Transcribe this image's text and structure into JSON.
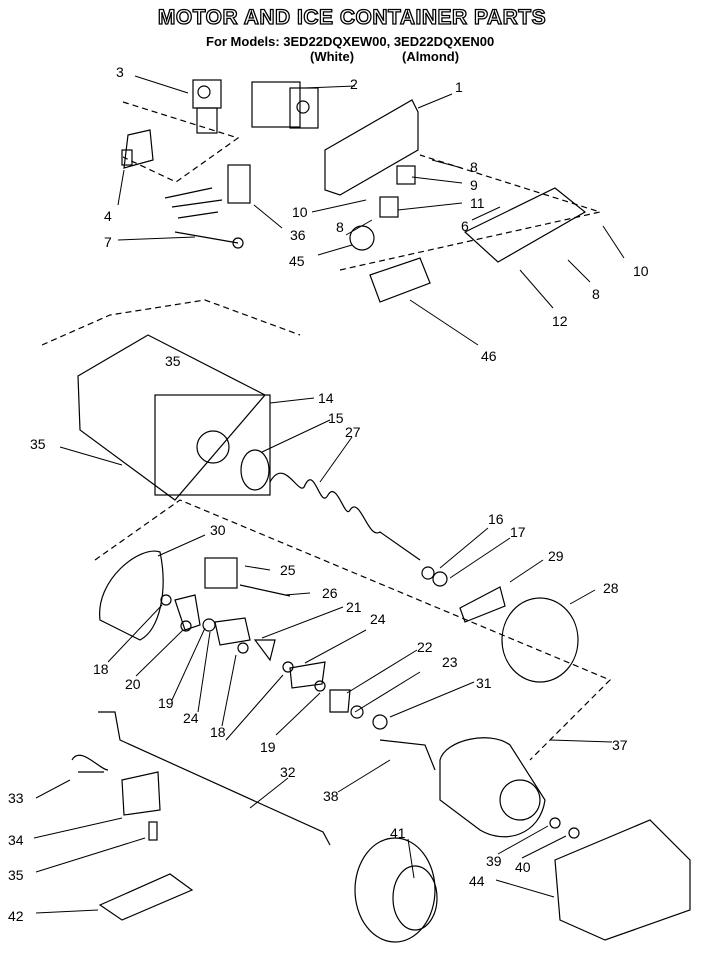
{
  "title": "MOTOR AND ICE CONTAINER PARTS",
  "models_line": "For Models: 3ED22DQXEW00, 3ED22DQXEN00",
  "colors": [
    "(White)",
    "(Almond)"
  ],
  "callouts": [
    "3",
    "2",
    "1",
    "8",
    "9",
    "4",
    "11",
    "10",
    "36",
    "6",
    "7",
    "8",
    "45",
    "10",
    "8",
    "12",
    "46",
    "35",
    "14",
    "15",
    "27",
    "35",
    "16",
    "17",
    "30",
    "25",
    "29",
    "28",
    "26",
    "21",
    "24",
    "18",
    "20",
    "22",
    "23",
    "31",
    "19",
    "24",
    "18",
    "19",
    "37",
    "32",
    "38",
    "33",
    "34",
    "41",
    "39",
    "40",
    "35",
    "44",
    "42"
  ]
}
